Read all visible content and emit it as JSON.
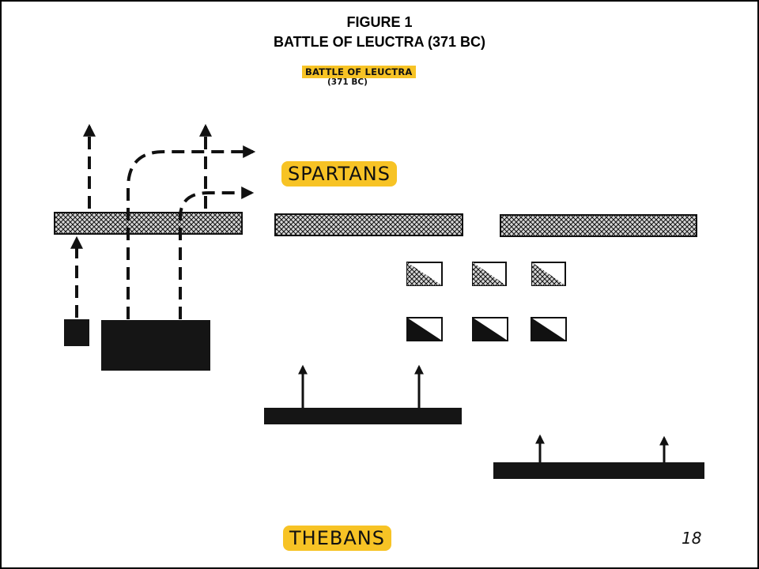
{
  "figure": {
    "number": "FIGURE 1",
    "title": "BATTLE OF LEUCTRA (371 BC)"
  },
  "drawing": {
    "title": "BATTLE OF LEUCTRA",
    "date": "(371 BC)",
    "top_label": "SPARTANS",
    "bottom_label": "THEBANS",
    "page_number": "18"
  },
  "colors": {
    "highlight": "#f7c325",
    "ink": "#111111"
  }
}
